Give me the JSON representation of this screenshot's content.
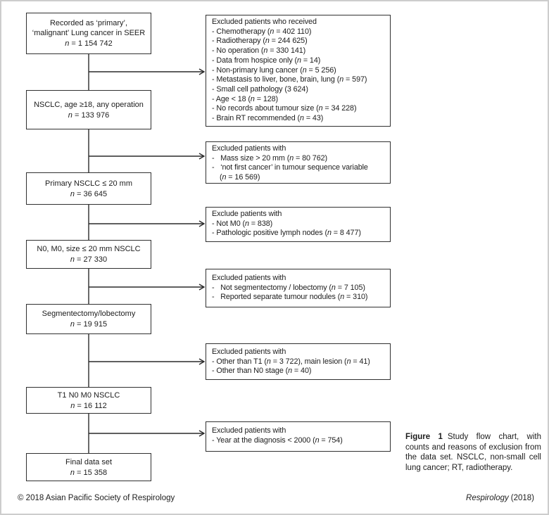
{
  "flow": {
    "left_boxes": [
      {
        "title": "Recorded as ‘primary’,\n‘malignant’ Lung cancer in SEER",
        "n": "n = 1 154 742"
      },
      {
        "title": "NSCLC, age ≥18, any operation",
        "n": "n = 133 976"
      },
      {
        "title": "Primary NSCLC ≤ 20 mm",
        "n": "n = 36 645"
      },
      {
        "title": "N0, M0, size ≤ 20 mm NSCLC",
        "n": "n = 27 330"
      },
      {
        "title": "Segmentectomy/lobectomy",
        "n": "n = 19 915"
      },
      {
        "title": "T1 N0 M0 NSCLC",
        "n": "n = 16 112"
      },
      {
        "title": "Final data set",
        "n": "n = 15 358"
      }
    ],
    "right_boxes": [
      {
        "header": "Excluded patients who received",
        "items": [
          "- Chemotherapy (n = 402 110)",
          "- Radiotherapy (n = 244 625)",
          "- No operation (n = 330 141)",
          "- Data from hospice only (n = 14)",
          "- Non-primary lung cancer (n = 5 256)",
          "- Metastasis to liver, bone, brain, lung (n = 597)",
          "- Small cell pathology (3 624)",
          "- Age < 18 (n = 128)",
          "- No records about tumour size (n = 34 228)",
          "- Brain RT recommended (n = 43)"
        ]
      },
      {
        "header": "Excluded patients with",
        "items": [
          "-   Mass size > 20 mm (n = 80 762)",
          "-   ‘not first cancer’ in tumour sequence variable\n(n = 16 569)"
        ]
      },
      {
        "header": "Exclude patients with",
        "items": [
          "- Not M0 (n = 838)",
          "- Pathologic positive lymph nodes (n = 8 477)"
        ]
      },
      {
        "header": "Excluded patients with",
        "items": [
          "-   Not segmentectomy / lobectomy (n = 7 105)",
          "-   Reported separate tumour nodules (n = 310)"
        ]
      },
      {
        "header": "Excluded patients with",
        "items": [
          "- Other than T1 (n = 3 722), main lesion (n = 41)",
          "- Other than N0 stage (n = 40)"
        ]
      },
      {
        "header": "Excluded patients with",
        "items": [
          "- Year at the diagnosis < 2000 (n = 754)"
        ]
      }
    ]
  },
  "caption": {
    "label": "Figure 1",
    "text": "Study flow chart, with counts and reasons of exclusion from the data set. NSCLC, non-small cell lung cancer; RT, radiotherapy."
  },
  "footer": {
    "left": "© 2018 Asian Pacific Society of Respirology",
    "journal": "Respirology",
    "year": "(2018)"
  },
  "colors": {
    "box_border": "#303030",
    "connector": "#2a2a2a",
    "page_frame": "#cdcdcd",
    "text": "#1c1c1c"
  }
}
